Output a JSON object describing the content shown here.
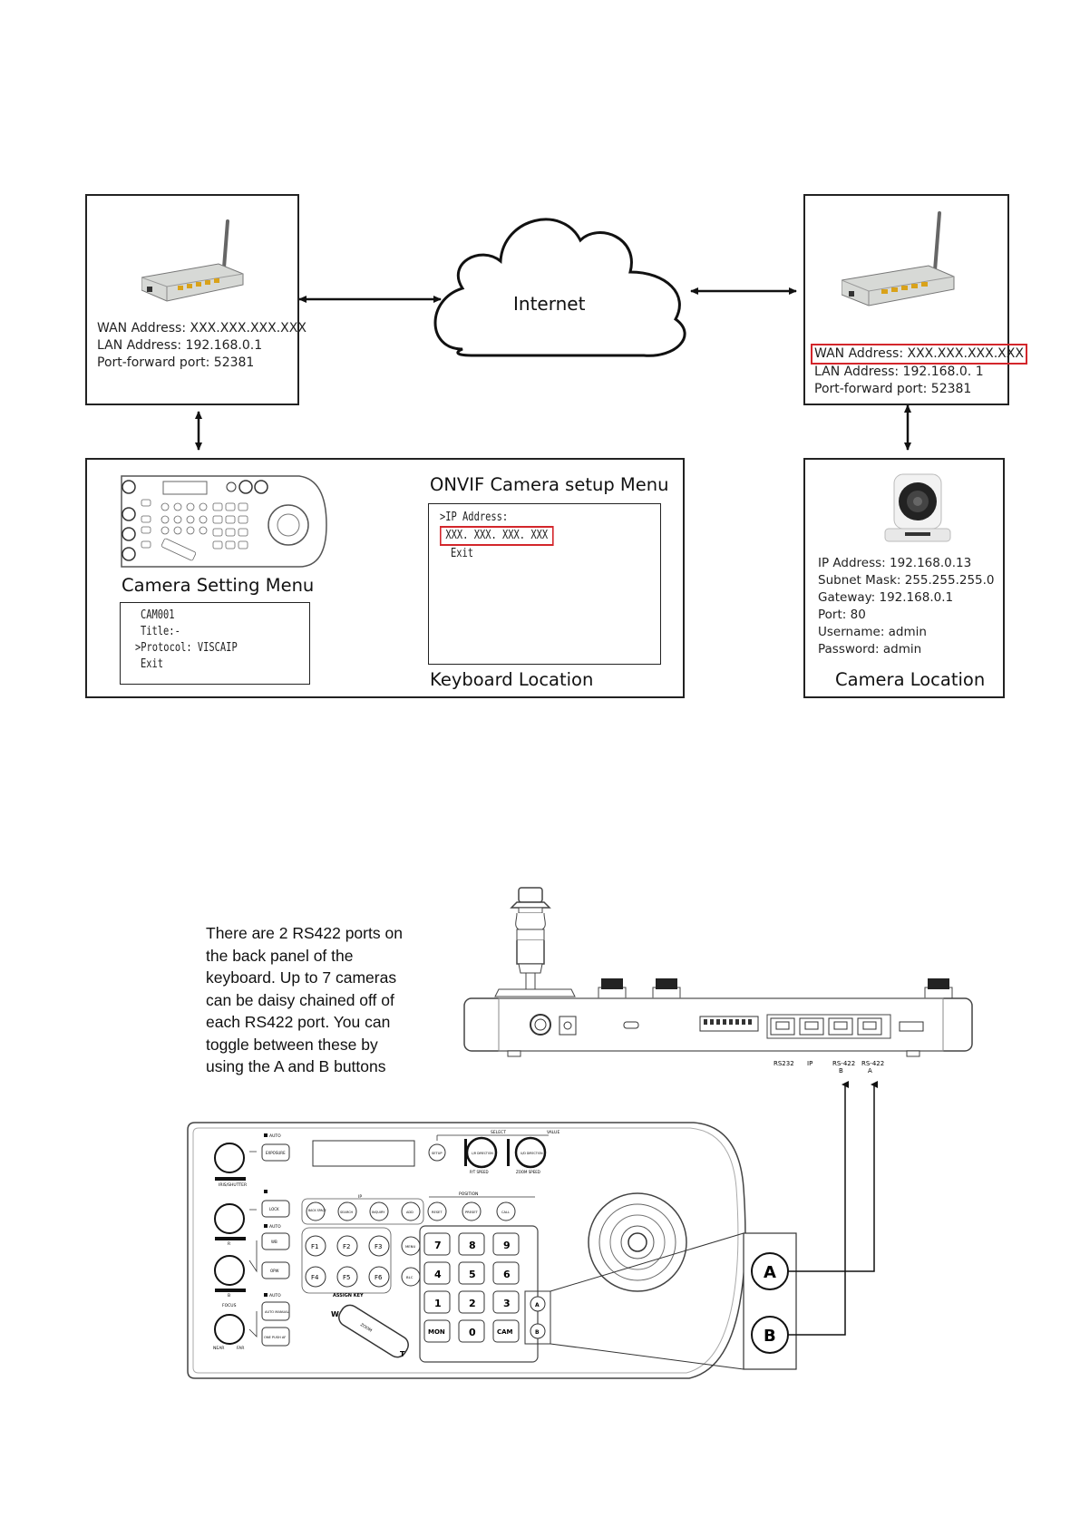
{
  "network": {
    "cloud_label": "Internet",
    "router_left": {
      "wan": "WAN Address: XXX.XXX.XXX.XXX",
      "lan": "LAN Address: 192.168.0.1",
      "port": "Port-forward port: 52381"
    },
    "router_right": {
      "wan": "WAN Address: XXX.XXX.XXX.XXX",
      "lan": "LAN Address: 192.168.0. 1",
      "port": "Port-forward port: 52381"
    },
    "keyboard_location": {
      "label": "Keyboard Location",
      "camera_setting_title": "Camera Setting Menu",
      "camera_setting_items": [
        "CAM001",
        "Title:-",
        ">Protocol: VISCAIP",
        "Exit"
      ],
      "onvif_title": "ONVIF Camera setup Menu",
      "onvif_items": [
        ">IP Address:",
        "XXX. XXX. XXX. XXX",
        "Exit"
      ]
    },
    "camera_location": {
      "label": "Camera Location",
      "ip": "IP Address: 192.168.0.13",
      "subnet": "Subnet Mask: 255.255.255.0",
      "gateway": "Gateway: 192.168.0.1",
      "port": "Port: 80",
      "username": "Username: admin",
      "password": "Password: admin"
    },
    "highlight_color": "#d3262b"
  },
  "keyboard_diagram": {
    "note_lines": [
      "There are 2 RS422 ports on",
      "the back panel of the",
      "keyboard. Up to 7 cameras",
      "can be daisy chained off of",
      "each RS422 port. You can",
      "toggle between these by",
      "using the A and B buttons"
    ],
    "back_panel": {
      "ports": [
        "RS232",
        "IP",
        "RS-422",
        "RS-422"
      ],
      "port_sub": [
        "",
        "",
        "B",
        "A"
      ]
    },
    "front_panel": {
      "labels": {
        "auto": "AUTO",
        "exposure": "EXPOSURE",
        "iris_shutter": "IRIS/SHUTTER",
        "lock": "LOCK",
        "wb": "WB",
        "opw": "OPW",
        "auto_manual": "AUTO MANUAL",
        "one_push_af": "ONE PUSH AF",
        "focus": "FOCUS",
        "near": "NEAR",
        "far": "FAR",
        "r": "R",
        "b": "B",
        "ip": "IP",
        "back_space": "BACK SPACE",
        "search": "SEARCH",
        "inquiry": "INQUIRY",
        "add": "ADD",
        "menu": "MENU",
        "blc": "BLC",
        "assign_key": "ASSIGN KEY",
        "zoom": "ZOOM",
        "w": "W",
        "t": "T",
        "setup": "SETUP",
        "select": "SELECT",
        "value": "VALUE",
        "lr_direction": "L/R DIRECTION",
        "pt_speed": "P/T SPEED",
        "ud_direction": "U/D DIRECTION",
        "zoom_speed": "ZOOM SPEED",
        "position": "POSITION",
        "reset": "RESET",
        "preset": "PRESET",
        "call": "CALL",
        "mon": "MON",
        "cam": "CAM"
      },
      "function_keys": [
        "F1",
        "F2",
        "F3",
        "F4",
        "F5",
        "F6"
      ],
      "number_keys": [
        "7",
        "8",
        "9",
        "4",
        "5",
        "6",
        "1",
        "2",
        "3"
      ],
      "zero_key": "0",
      "a_button": "A",
      "b_button": "B"
    },
    "callout": {
      "a": "A",
      "b": "B"
    }
  }
}
